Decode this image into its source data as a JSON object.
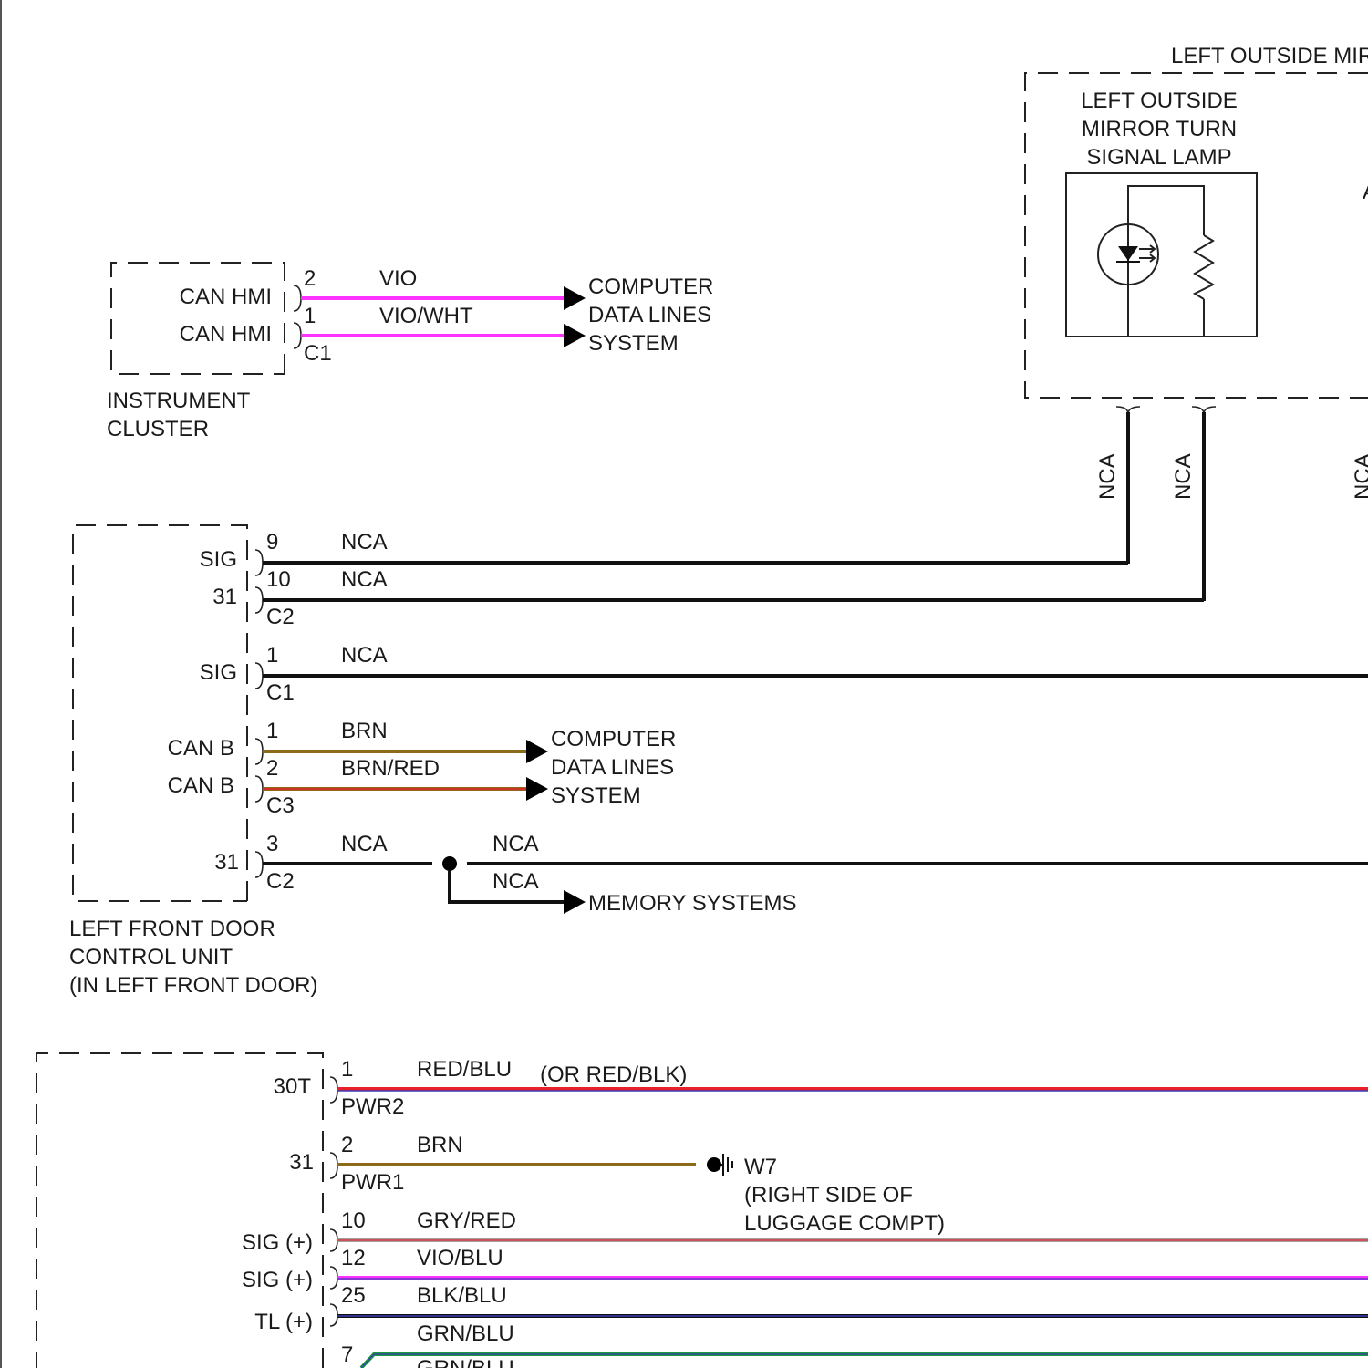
{
  "colors": {
    "vio": "#ff33ff",
    "brn": "#8b6a1a",
    "red": "#e8202a",
    "blu": "#3a3ab8",
    "gry": "#a0a0a0",
    "grn": "#1a9a3a",
    "blk": "#111111"
  },
  "mirror": {
    "title": "LEFT OUTSIDE MIR",
    "lamp_line1": "LEFT OUTSIDE",
    "lamp_line2": "MIRROR TURN",
    "lamp_line3": "SIGNAL LAMP",
    "edge_mark": "A",
    "wire1": "NCA",
    "wire2": "NCA",
    "wire3": "NCA"
  },
  "instrument_cluster": {
    "pin1_label": "CAN HMI",
    "pin2_label": "CAN HMI",
    "pin1_num": "2",
    "pin2_num": "1",
    "conn": "C1",
    "wire1": "VIO",
    "wire2": "VIO/WHT",
    "name1": "INSTRUMENT",
    "name2": "CLUSTER",
    "dest1": "COMPUTER",
    "dest2": "DATA LINES",
    "dest3": "SYSTEM"
  },
  "door_unit": {
    "r1_label": "SIG",
    "r1_num": "9",
    "r1_wire": "NCA",
    "r2_label": "31",
    "r2_num": "10",
    "r2_wire": "NCA",
    "r2_conn": "C2",
    "r3_label": "SIG",
    "r3_num": "1",
    "r3_wire": "NCA",
    "r3_conn": "C1",
    "r4_label": "CAN B",
    "r4_num": "1",
    "r4_wire": "BRN",
    "r5_label": "CAN B",
    "r5_num": "2",
    "r5_wire": "BRN/RED",
    "r5_conn": "C3",
    "r6_label": "31",
    "r6_num": "3",
    "r6_wire": "NCA",
    "r6_conn": "C2",
    "r6_wire_after": "NCA",
    "branch_wire": "NCA",
    "branch_dest": "MEMORY SYSTEMS",
    "dest1": "COMPUTER",
    "dest2": "DATA LINES",
    "dest3": "SYSTEM",
    "name1": "LEFT FRONT DOOR",
    "name2": "CONTROL UNIT",
    "name3": "(IN LEFT FRONT DOOR)"
  },
  "bottom_module": {
    "r1_label": "30T",
    "r1_num": "1",
    "r1_wire": "RED/BLU",
    "r1_alt": "(OR RED/BLK)",
    "r1_conn": "PWR2",
    "r2_label": "31",
    "r2_num": "2",
    "r2_wire": "BRN",
    "r2_conn": "PWR1",
    "ground_name": "W7",
    "ground_loc1": "(RIGHT SIDE OF",
    "ground_loc2": "LUGGAGE COMPT)",
    "r3_label": "SIG (+)",
    "r3_num": "10",
    "r3_wire": "GRY/RED",
    "r4_label": "SIG (+)",
    "r4_num": "12",
    "r4_wire": "VIO/BLU",
    "r5_label": "TL (+)",
    "r5_num": "25",
    "r5_wire": "BLK/BLU",
    "r6_wire": "GRN/BLU",
    "r7_num": "7",
    "r7_wire": "GRN/BLU"
  }
}
